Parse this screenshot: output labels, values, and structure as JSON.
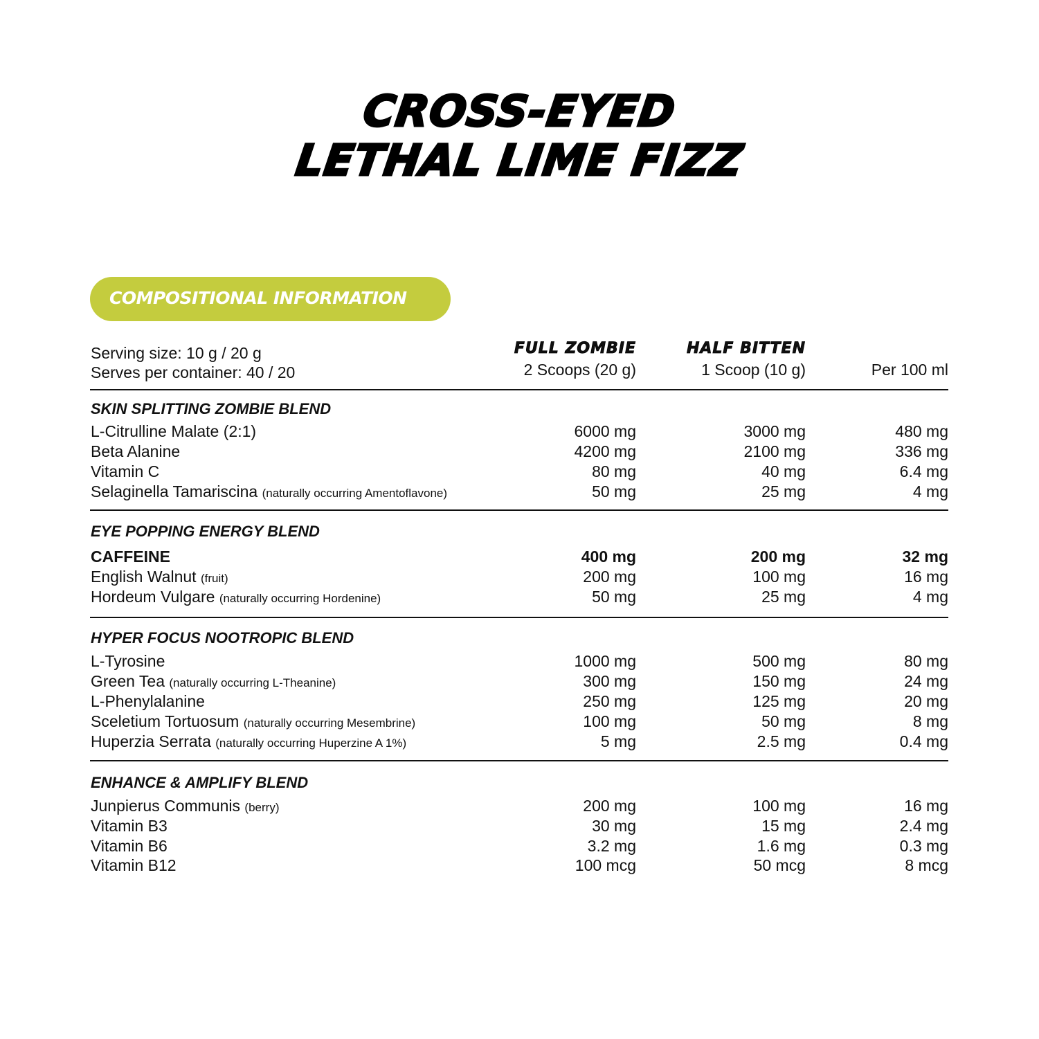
{
  "title": {
    "line1": "CROSS-EYED",
    "line2": "LETHAL LIME FIZZ"
  },
  "badge": {
    "label": "COMPOSITIONAL INFORMATION",
    "color": "#c4cc3e"
  },
  "header": {
    "serving_size": "Serving size: 10 g / 20 g",
    "serves_per_container": "Serves per container: 40 / 20",
    "col1_title": "FULL ZOMBIE",
    "col1_sub": "2 Scoops (20 g)",
    "col2_title": "HALF BITTEN",
    "col2_sub": "1 Scoop (10 g)",
    "col3_sub": "Per 100 ml"
  },
  "blends": [
    {
      "name": "SKIN SPLITTING ZOMBIE BLEND",
      "rows": [
        {
          "name": "L-Citrulline Malate (2:1)",
          "note": "",
          "full": "6000 mg",
          "half": "3000 mg",
          "per100": "480 mg"
        },
        {
          "name": "Beta Alanine",
          "note": "",
          "full": "4200 mg",
          "half": "2100 mg",
          "per100": "336 mg"
        },
        {
          "name": "Vitamin C",
          "note": "",
          "full": "80 mg",
          "half": "40 mg",
          "per100": "6.4 mg"
        },
        {
          "name": "Selaginella Tamariscina",
          "note": "(naturally occurring Amentoflavone)",
          "full": "50 mg",
          "half": "25 mg",
          "per100": "4 mg"
        }
      ]
    },
    {
      "name": "EYE POPPING ENERGY BLEND",
      "rows": [
        {
          "name": "CAFFEINE",
          "note": "",
          "full": "400 mg",
          "half": "200 mg",
          "per100": "32 mg"
        },
        {
          "name": "English Walnut",
          "note": "(fruit)",
          "full": "200 mg",
          "half": "100 mg",
          "per100": "16 mg"
        },
        {
          "name": "Hordeum Vulgare",
          "note": "(naturally occurring Hordenine)",
          "full": "50 mg",
          "half": "25 mg",
          "per100": "4 mg"
        }
      ]
    },
    {
      "name": "HYPER FOCUS NOOTROPIC BLEND",
      "rows": [
        {
          "name": "L-Tyrosine",
          "note": "",
          "full": "1000 mg",
          "half": "500 mg",
          "per100": "80 mg"
        },
        {
          "name": "Green Tea",
          "note": "(naturally occurring L-Theanine)",
          "full": "300 mg",
          "half": "150 mg",
          "per100": "24 mg"
        },
        {
          "name": "L-Phenylalanine",
          "note": "",
          "full": "250 mg",
          "half": "125 mg",
          "per100": "20 mg"
        },
        {
          "name": "Sceletium Tortuosum",
          "note": "(naturally occurring Mesembrine)",
          "full": "100 mg",
          "half": "50 mg",
          "per100": "8 mg"
        },
        {
          "name": "Huperzia Serrata",
          "note": "(naturally occurring Huperzine A 1%)",
          "full": "5 mg",
          "half": "2.5 mg",
          "per100": "0.4 mg"
        }
      ]
    },
    {
      "name": "ENHANCE & AMPLIFY BLEND",
      "rows": [
        {
          "name": "Junpierus Communis",
          "note": "(berry)",
          "full": "200 mg",
          "half": "100 mg",
          "per100": "16 mg"
        },
        {
          "name": "Vitamin B3",
          "note": "",
          "full": "30 mg",
          "half": "15 mg",
          "per100": "2.4 mg"
        },
        {
          "name": "Vitamin B6",
          "note": "",
          "full": "3.2 mg",
          "half": "1.6 mg",
          "per100": "0.3 mg"
        },
        {
          "name": "Vitamin B12",
          "note": "",
          "full": "100 mcg",
          "half": "50 mcg",
          "per100": "8 mcg"
        }
      ]
    }
  ]
}
